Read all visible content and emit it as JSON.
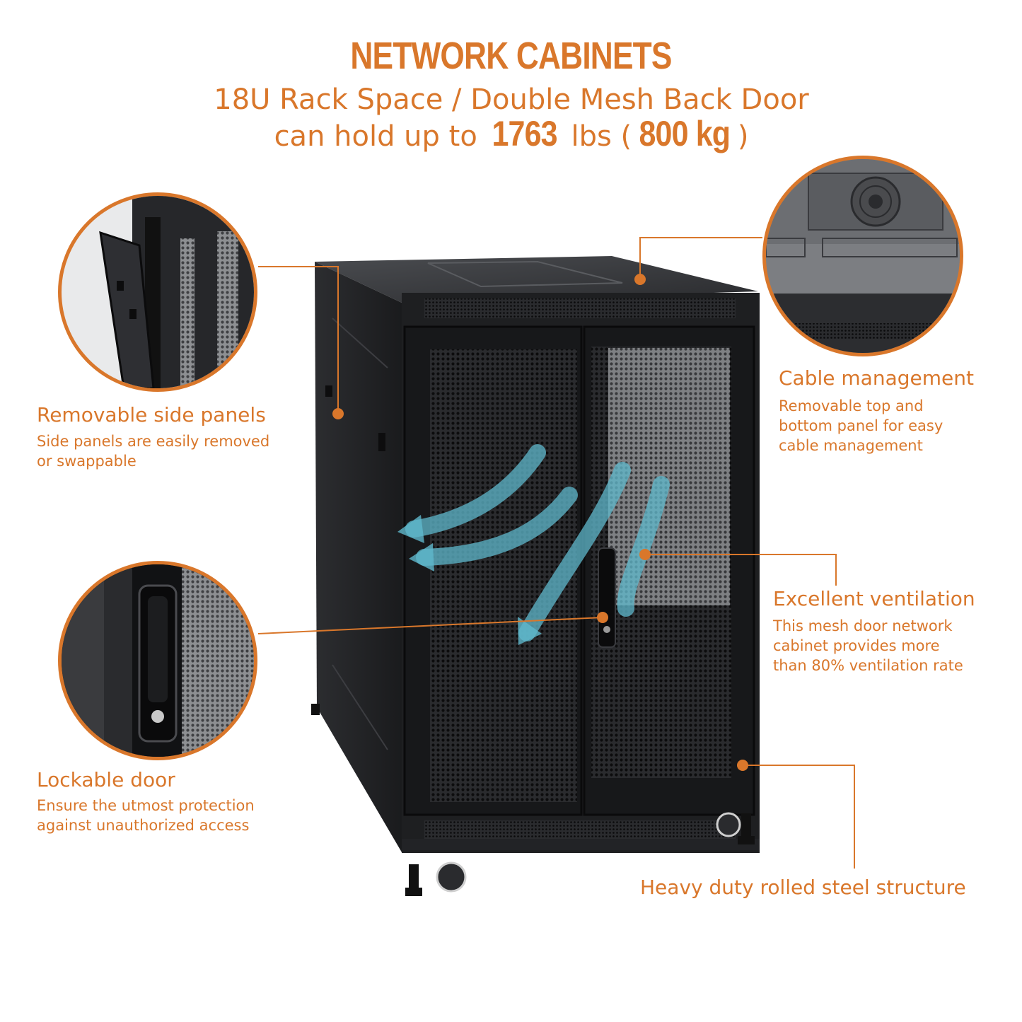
{
  "colors": {
    "accent": "#d9772b",
    "cabinet": "#1e1f21",
    "airflow": "#5fb8cc"
  },
  "header": {
    "title": "NETWORK CABINETS",
    "line1": "18U Rack Space / Double Mesh Back Door",
    "line2_prefix": "can hold up to ",
    "weight_lbs": "1763",
    "lbs_unit": " lbs (",
    "weight_kg": "800 kg",
    "line2_suffix": ")"
  },
  "features": {
    "side_panels": {
      "title": "Removable side panels",
      "desc_1": "Side panels are easily removed",
      "desc_2": "or swappable"
    },
    "cable": {
      "title": "Cable management",
      "desc_1": "Removable top and",
      "desc_2": "bottom panel for easy",
      "desc_3": "cable management"
    },
    "ventilation": {
      "title": "Excellent ventilation",
      "desc_1": "This mesh door network",
      "desc_2": "cabinet provides more",
      "desc_3": "than 80% ventilation rate"
    },
    "lock": {
      "title": "Lockable door",
      "desc_1": "Ensure the utmost protection",
      "desc_2": "against unauthorized access"
    },
    "structure": {
      "title": "Heavy duty rolled steel structure"
    }
  }
}
